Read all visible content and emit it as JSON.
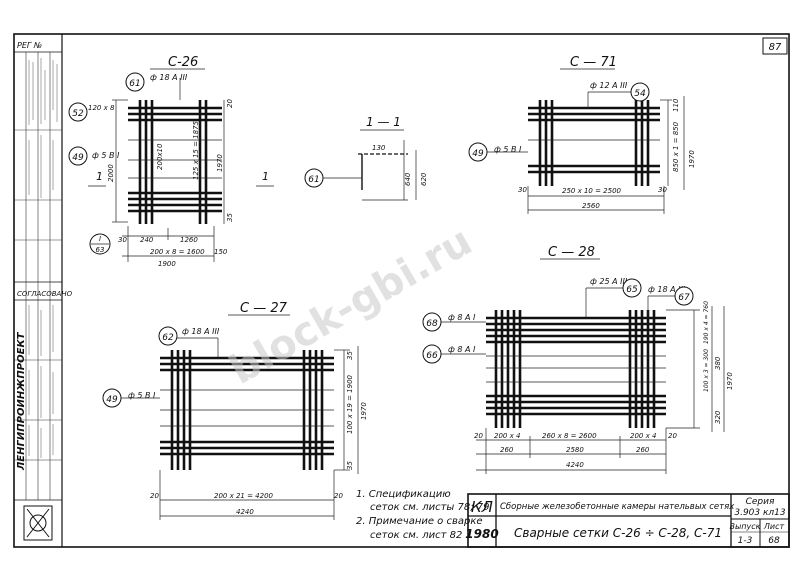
{
  "sheet": {
    "page_number": "87",
    "reg": "РЕГ №",
    "approved": "СОГЛАСОВАНО",
    "org": "ЛЕНГИПРОИНЖПРОЕКТ",
    "watermark": "block-gbi.ru"
  },
  "title_block": {
    "code": "КЛ",
    "year": "1980",
    "subject": "Сборные железобетонные камеры нательвых сетях",
    "sheet_title": "Сварные сетки С-26 ÷ С-28, С-71",
    "series_label": "Серия",
    "series_value": "3.903 кл13",
    "issue_label": "Выпуск",
    "issue_value": "1-3",
    "list_label": "Лист",
    "list_value": "68"
  },
  "notes": [
    "1. Спецификацию",
    "сеток см. листы 78; 79",
    "2. Примечание о сварке",
    "сеток см. лист 82"
  ],
  "c26": {
    "title": "С-26",
    "pos_top": "61",
    "pos_left": "52",
    "pos_mid": "49",
    "pos_bottom": "I",
    "pos_bottom_ref": "63",
    "bar_top": "ф 18 А III",
    "bar_mid": "ф 5 В I",
    "cut": "1",
    "dim_120": "120 х 8",
    "dim_2000": "2000",
    "dim_200x10": "200х10",
    "dim_125x15": "125 х 15 = 1875",
    "dim_1970": "1970",
    "dim_20": "20",
    "dim_35": "35",
    "dim_30": "30",
    "dim_240": "240",
    "dim_1260": "1260",
    "dim_150": "150",
    "dim_200x8": "200 х 8 = 1600",
    "dim_1900": "1900"
  },
  "sec11": {
    "title": "1 — 1",
    "pos": "61",
    "dim_130": "130",
    "dim_640": "640",
    "dim_620": "620"
  },
  "c71": {
    "title": "С — 71",
    "pos_top": "54",
    "pos_left": "49",
    "bar_top": "ф 12 А III",
    "bar_left": "ф 5 В I",
    "dim_110": "110",
    "dim_850": "850 х 1 = 850",
    "dim_1970": "1970",
    "dim_30": "30",
    "dim_250x10": "250 х 10 = 2500",
    "dim_2560": "2560"
  },
  "c27": {
    "title": "С — 27",
    "pos_top": "62",
    "pos_left": "49",
    "bar_top": "ф 18 А III",
    "bar_left": "ф 5 В I",
    "dim_35": "35",
    "dim_100x19": "100 х 19 = 1900",
    "dim_1970": "1970",
    "dim_20": "20",
    "dim_200x21": "200 х 21 = 4200",
    "dim_4240": "4240"
  },
  "c28": {
    "title": "С — 28",
    "pos_65": "65",
    "pos_67": "67",
    "pos_68": "68",
    "pos_66": "66",
    "bar_25": "ф 25 А III",
    "bar_18": "ф 18 А III",
    "bar_68": "ф 8 А I",
    "bar_66": "ф 8 А I",
    "dim_190": "190 х 4 = 760",
    "dim_100x3": "100 х 3 = 300",
    "dim_1970": "1970",
    "dim_380": "380",
    "dim_320": "320",
    "dim_20": "20",
    "dim_200x4": "200 х 4",
    "dim_260x8": "260 х 8 = 2600",
    "dim_260": "260",
    "dim_2580": "2580",
    "dim_4240": "4240"
  }
}
